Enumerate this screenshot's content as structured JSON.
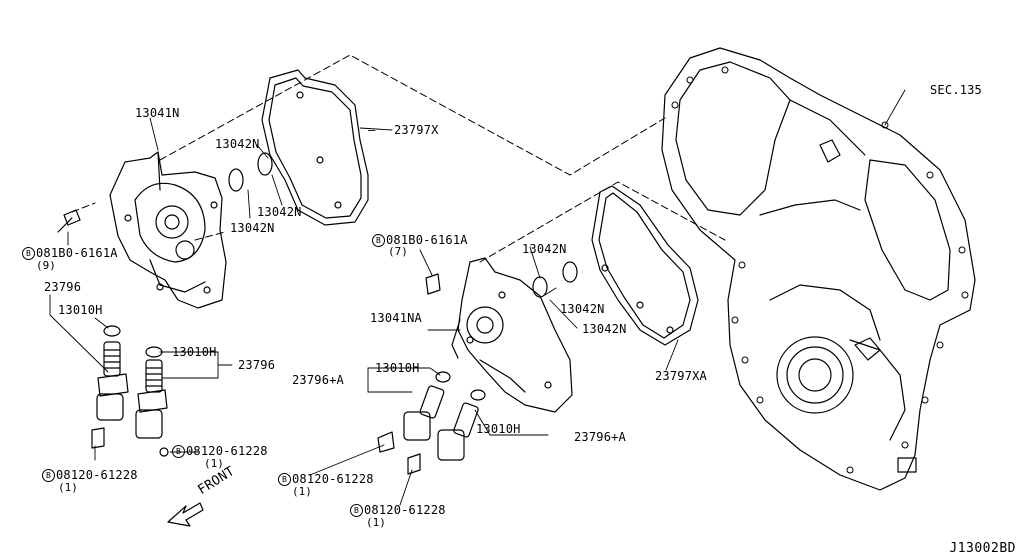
{
  "diagram_id": "J13002BD",
  "front_label": "FRONT",
  "labels": {
    "p13041N": "13041N",
    "p13041NA": "13041NA",
    "p13042N_a": "13042N",
    "p13042N_b": "13042N",
    "p13042N_c": "13042N",
    "p13042N_d": "13042N",
    "p13042N_e": "13042N",
    "p13042N_f": "13042N",
    "p23797X": "23797X",
    "p23797XA": "23797XA",
    "sec135": "SEC.135",
    "p23796_a": "23796",
    "p23796_b": "23796",
    "p23796A_a": "23796+A",
    "p23796A_b": "23796+A",
    "p13010H_a": "13010H",
    "p13010H_b": "13010H",
    "p13010H_c": "13010H",
    "p13010H_d": "13010H"
  },
  "bolts": {
    "bolt_a": {
      "badge": "B",
      "part": "081B0-6161A",
      "qty": "(9)"
    },
    "bolt_b": {
      "badge": "B",
      "part": "081B0-6161A",
      "qty": "(7)"
    },
    "bolt_c": {
      "badge": "B",
      "part": "08120-61228",
      "qty": "(1)"
    },
    "bolt_d": {
      "badge": "B",
      "part": "08120-61228",
      "qty": "(1)"
    },
    "bolt_e": {
      "badge": "B",
      "part": "08120-61228",
      "qty": "(1)"
    },
    "bolt_f": {
      "badge": "B",
      "part": "08120-61228",
      "qty": "(1)"
    }
  }
}
